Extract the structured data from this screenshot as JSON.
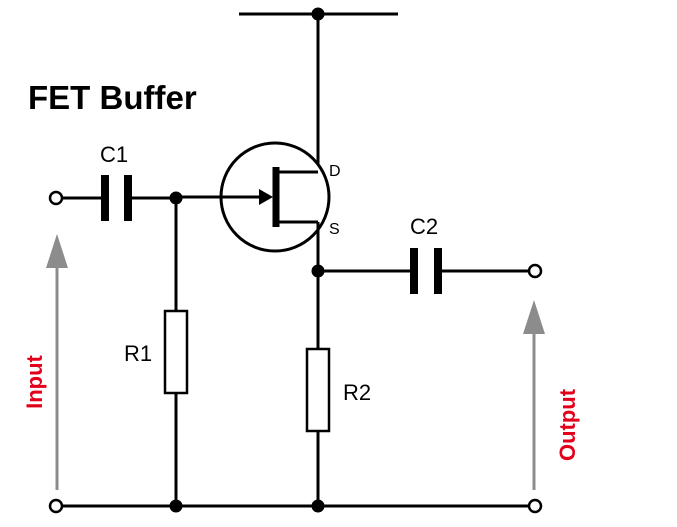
{
  "title": "FET Buffer",
  "labels": {
    "c1": "C1",
    "c2": "C2",
    "r1": "R1",
    "r2": "R2",
    "drain": "D",
    "source": "S",
    "input": "Input",
    "output": "Output"
  },
  "colors": {
    "io_label": "#e3001b",
    "arrow": "#8c8c8c",
    "line": "#000000"
  }
}
